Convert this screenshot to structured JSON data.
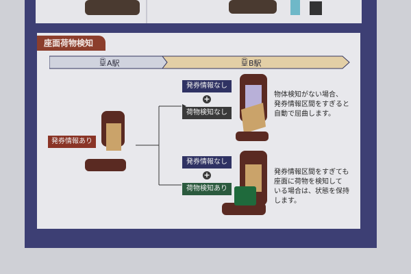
{
  "section_title": "座面荷物検知",
  "stations": {
    "a": "A駅",
    "b": "B駅"
  },
  "start_label": "発券情報あり",
  "case1": {
    "ticket": "発券情報なし",
    "plus": "+",
    "luggage": "荷物検知なし",
    "description": "物体検知がない場合、\n発券情報区間をすぎると\n自動で屈曲します。"
  },
  "case2": {
    "ticket": "発券情報なし",
    "plus": "+",
    "luggage": "荷物検知あり",
    "description": "発券情報区間をすぎても\n座面に荷物を検知して\nいる場合は、状態を保持\nします。"
  },
  "colors": {
    "frame": "#3d3f74",
    "tag": "#8c3e2c",
    "navy": "#2f3263",
    "green": "#2b5a3e"
  }
}
